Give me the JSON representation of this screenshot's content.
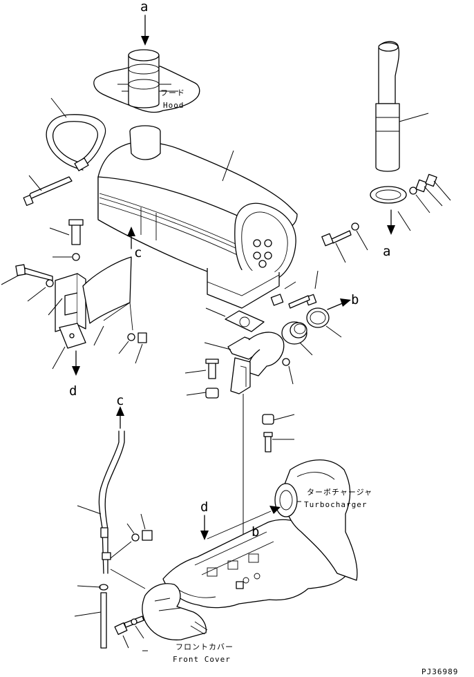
{
  "labels": {
    "a_top": "a",
    "a_side": "a",
    "b_flange": "b",
    "b_turbo": "b",
    "c_muffler": "c",
    "c_pipe": "c",
    "d_bracket": "d",
    "d_engine": "d"
  },
  "captions": {
    "hood_jp": "フード",
    "hood_en": "Hood",
    "turbo_jp": "ターボチャージャ",
    "turbo_en": "Turbocharger",
    "front_cover_jp": "フロントカバー",
    "front_cover_en": "Front Cover"
  },
  "drawing_code": "PJ36989"
}
